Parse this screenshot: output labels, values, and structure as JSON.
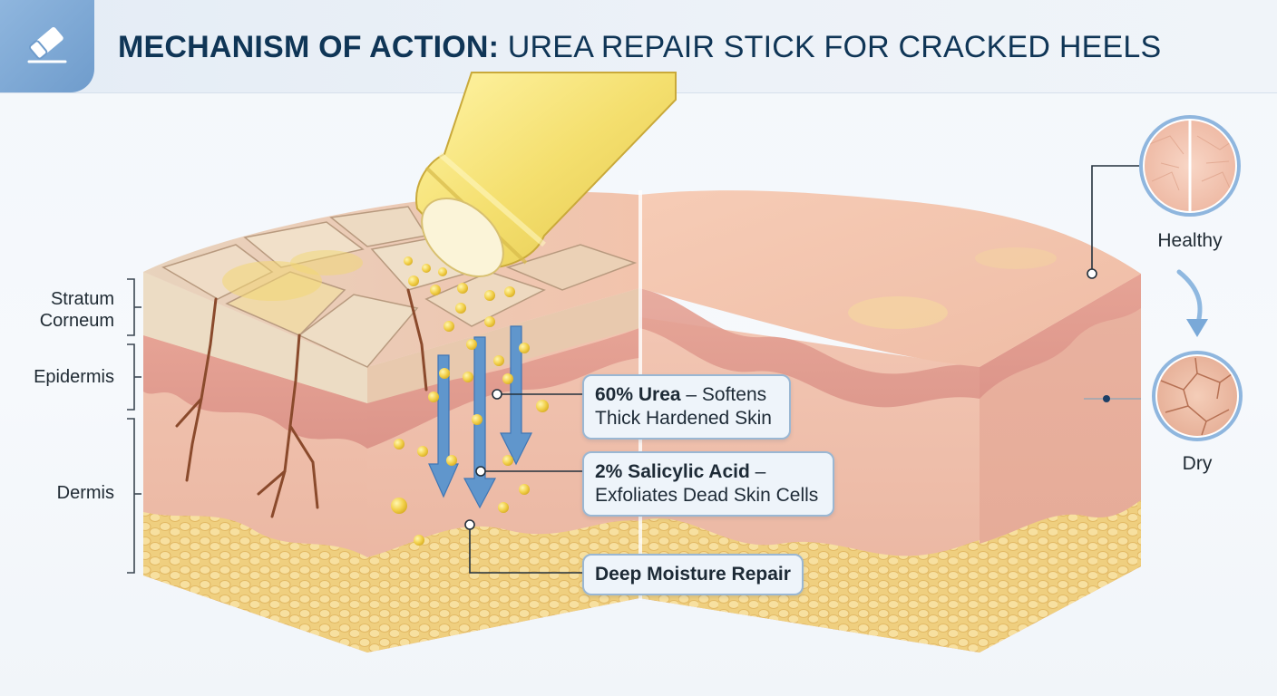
{
  "header": {
    "title_bold": "MECHANISM OF ACTION:",
    "title_rest": " UREA REPAIR STICK FOR CRACKED HEELS",
    "logo_icon": "eraser-icon"
  },
  "layers": {
    "stratum_corneum_line1": "Stratum",
    "stratum_corneum_line2": "Corneum",
    "epidermis": "Epidermis",
    "dermis": "Dermis"
  },
  "callouts": {
    "urea_bold": "60% Urea",
    "urea_rest": " – Softens",
    "urea_line2": "Thick Hardened Skin",
    "salicylic_bold": "2% Salicylic Acid",
    "salicylic_rest": " –",
    "salicylic_line2": "Exfoliates Dead Skin Cells",
    "moisture": "Deep Moisture Repair"
  },
  "comparison": {
    "healthy": "Healthy",
    "dry": "Dry"
  },
  "colors": {
    "title": "#0f3556",
    "accent": "#7fa9d6",
    "skin": "#f0c2ad",
    "fat": "#f2d58c",
    "arrow": "#5b8fc9"
  }
}
